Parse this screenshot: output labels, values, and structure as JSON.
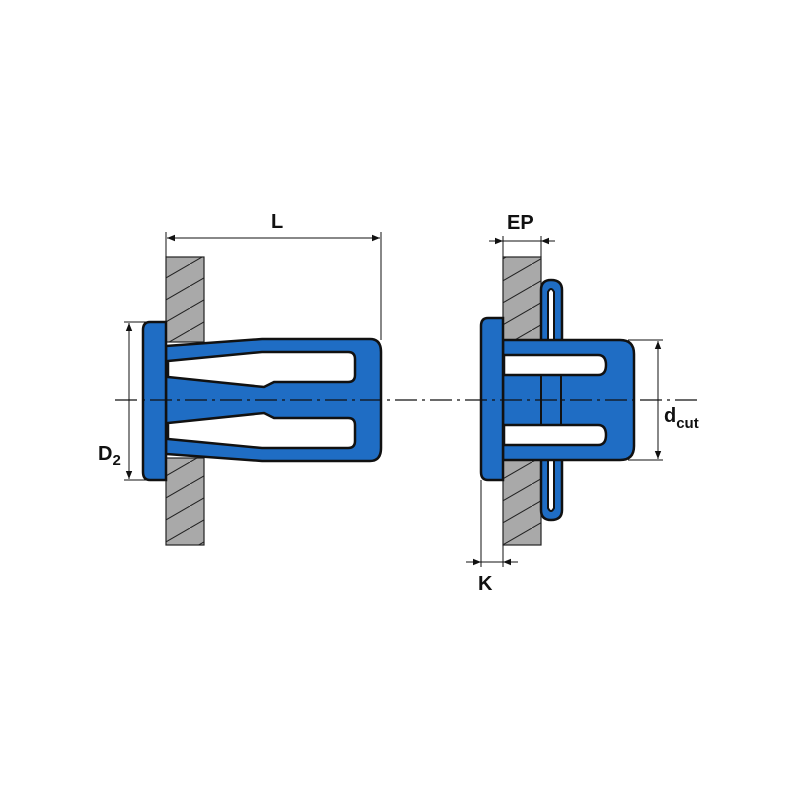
{
  "labels": {
    "length": "L",
    "head_diameter_main": "D",
    "head_diameter_sub": "2",
    "panel_thickness": "EP",
    "cut_diameter_main": "d",
    "cut_diameter_sub": "cut",
    "head_thickness": "K"
  },
  "colors": {
    "part": "#1f6dc4",
    "panel": "#a9a9a9",
    "outline": "#111111"
  }
}
